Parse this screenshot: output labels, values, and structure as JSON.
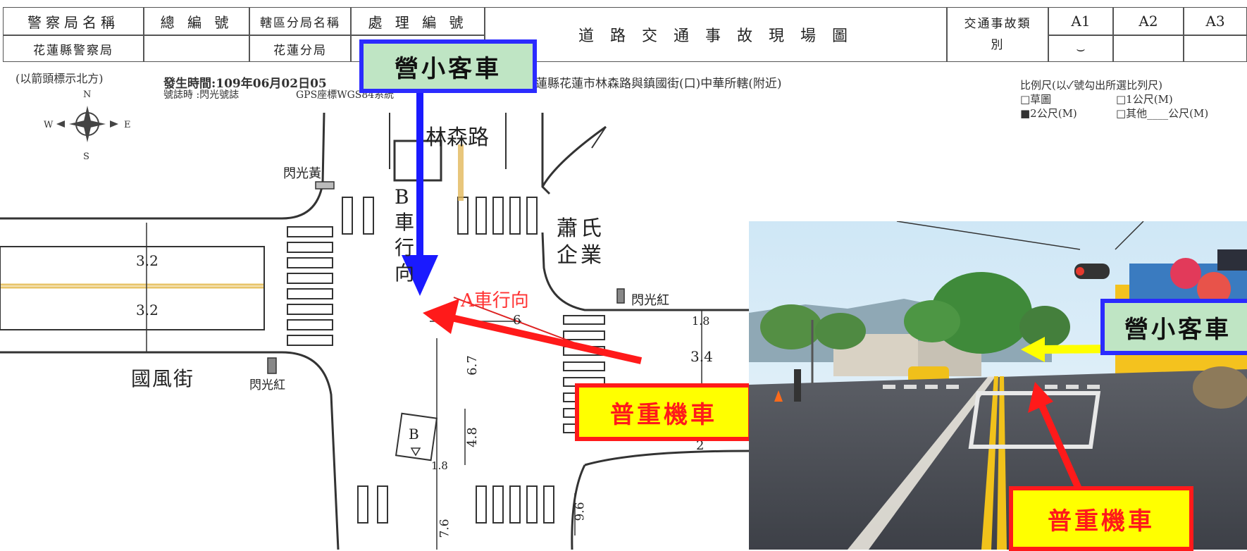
{
  "header": {
    "police_label": "警察局名稱",
    "total_no_label": "總 編 號",
    "district_label": "轄區分局名稱",
    "case_no_label": "處 理 編 號",
    "police_name": "花蓮縣警察局",
    "district_name": "花蓮分局",
    "diagram_title": "道 路 交 通 事 故 現 場 圖",
    "accident_type_label": "交通事故類別",
    "type_a1": "A1",
    "type_a2": "A2",
    "type_a3": "A3",
    "type_mark": "⌣"
  },
  "info": {
    "north_note": "(以箭頭標示北方)",
    "time_label": "發生時間:109年06月02日05",
    "signal_label": "號誌時 :閃光號誌",
    "gps_label": "GPS座標WGS84系統",
    "location": "蓮縣花蓮市林森路與鎮國街(口)中華所轄(附近)"
  },
  "scale": {
    "line1": "比例尺(以✓號勾出所選比列尺)",
    "line2_a": "□草圖",
    "line2_b": "□1公尺(M)",
    "line3_a": "■2公尺(M)",
    "line3_b": "□其他____公尺(M)"
  },
  "compass": {
    "n": "N",
    "s": "S",
    "w": "W",
    "e": "E"
  },
  "map": {
    "road_linsen": "林森路",
    "road_guofeng": "國風街",
    "flash_yellow": "閃光黃",
    "flash_red_1": "閃光紅",
    "flash_red_2": "閃光紅",
    "b_dir": "B車行向",
    "a_dir": "A車行向",
    "xiao": "蕭氏企業",
    "dim_32a": "3.2",
    "dim_32b": "3.2",
    "dim_6": "6",
    "dim_18a": "1.8",
    "dim_34": "3.4",
    "dim_67": "6.7",
    "dim_48": "4.8",
    "dim_18b": "1.8",
    "dim_2": "2",
    "dim_96": "9.6",
    "dim_76": "7.6",
    "b_label": "B"
  },
  "callouts": {
    "car_top": "營小客車",
    "moto_mid": "普重機車",
    "car_photo": "營小客車",
    "moto_photo": "普重機車"
  },
  "colors": {
    "car_border": "#2b2bff",
    "car_fill": "#bfe5c4",
    "moto_border": "#ff1a1a",
    "moto_fill": "#ffff00",
    "arrow_red": "#ff1a1a",
    "arrow_blue": "#1a1aff",
    "arrow_yellow": "#ffff00"
  }
}
